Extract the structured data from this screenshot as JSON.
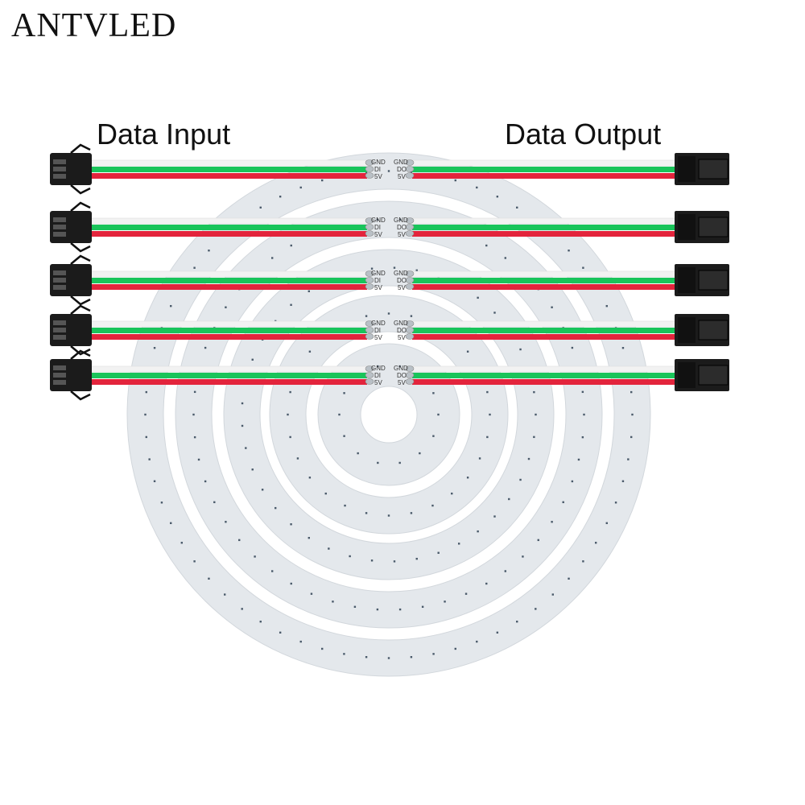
{
  "brand": "ANTVLED",
  "labels": {
    "data_input": "Data Input",
    "data_output": "Data Output"
  },
  "pads": {
    "gnd": "GND",
    "di": "DI",
    "do": "DO",
    "v5": "5V"
  },
  "colors": {
    "board": "#e4e8ec",
    "gap": "#ffffff",
    "wire_white": "#f2f2f2",
    "wire_green": "#19c45a",
    "wire_red": "#e3243c",
    "connector": "#1b1b1b",
    "led_dot": "#4a5a6a"
  },
  "rings": [
    {
      "name": "ring-1"
    },
    {
      "name": "ring-2"
    },
    {
      "name": "ring-3"
    },
    {
      "name": "ring-4"
    },
    {
      "name": "ring-5"
    }
  ]
}
